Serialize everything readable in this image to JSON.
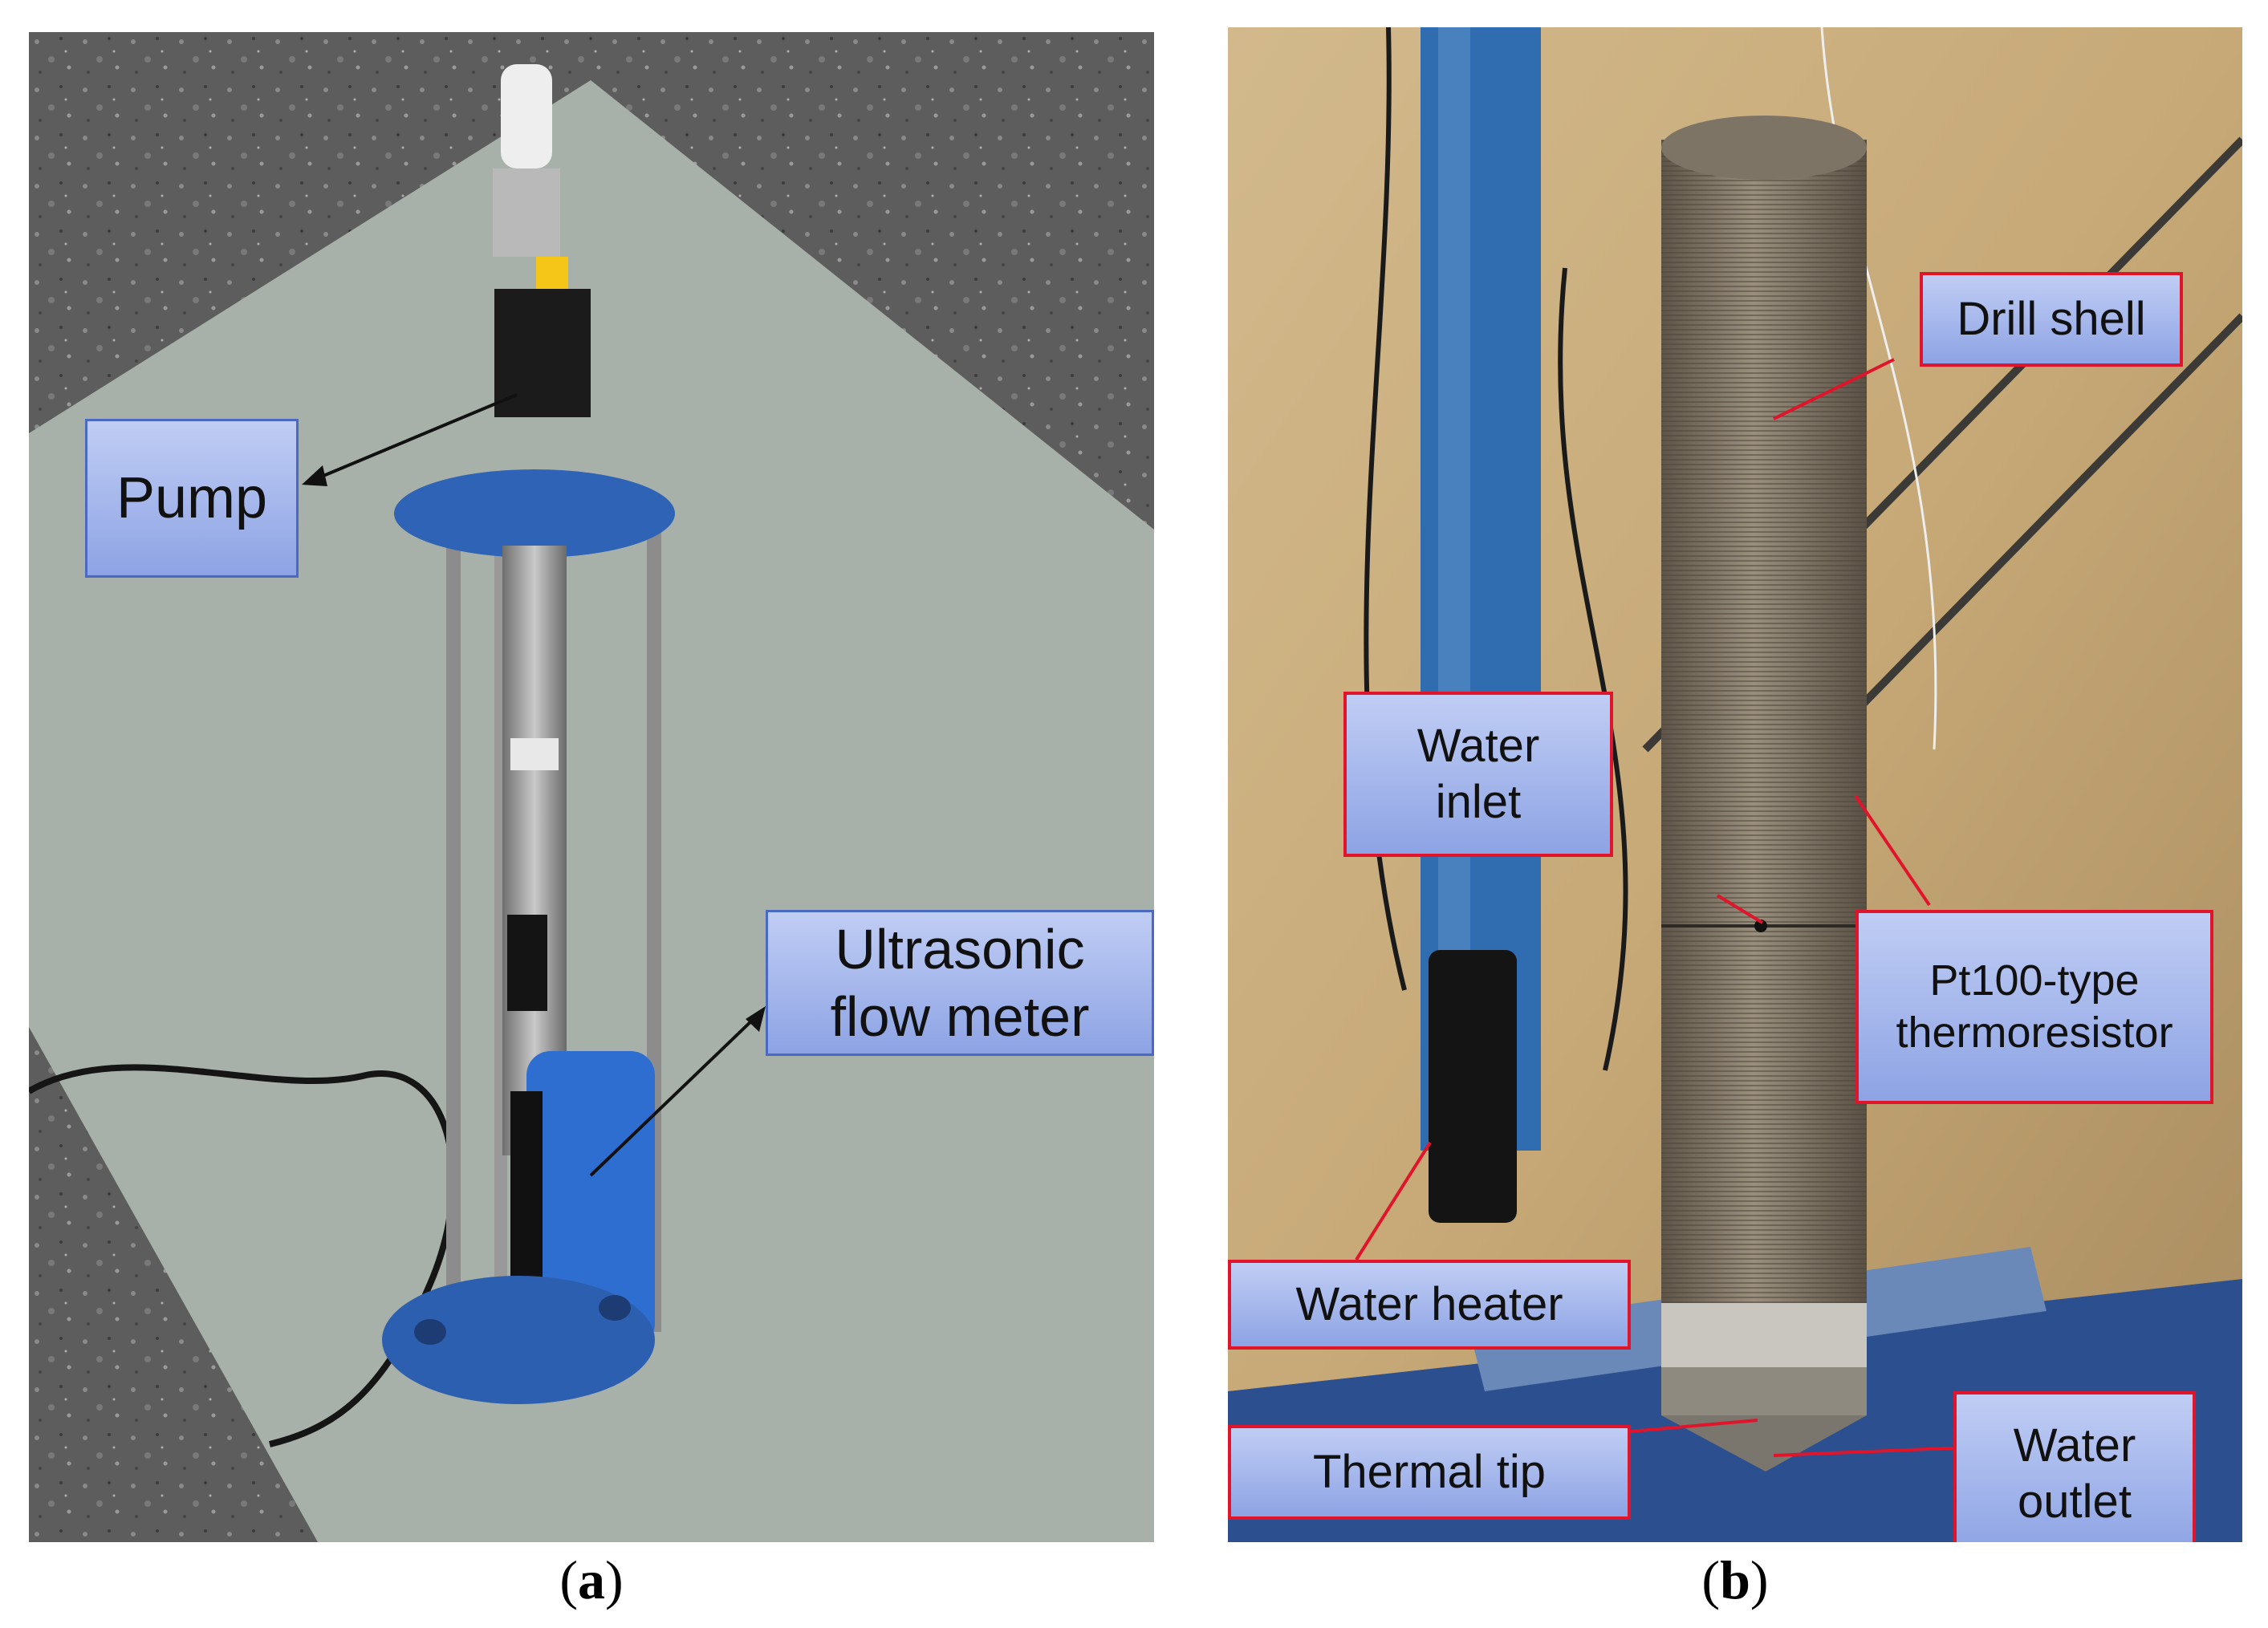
{
  "panel_a": {
    "caption_letter": "a",
    "labels": {
      "pump": "Pump",
      "ultrasonic_flow_meter": "Ultrasonic\nflow meter"
    }
  },
  "panel_b": {
    "caption_letter": "b",
    "labels": {
      "drill_shell": "Drill shell",
      "water_inlet": "Water\ninlet",
      "pt100": "Pt100-type\nthermoresistor",
      "water_heater": "Water heater",
      "thermal_tip": "Thermal tip",
      "water_outlet": "Water\noutlet"
    }
  },
  "colors": {
    "label_fill": "#a9b9ee",
    "panel_a_label_border": "#4a69c4",
    "panel_b_label_border": "#e0142a",
    "arrow_a": "#111111",
    "leader_b": "#e0142a"
  }
}
